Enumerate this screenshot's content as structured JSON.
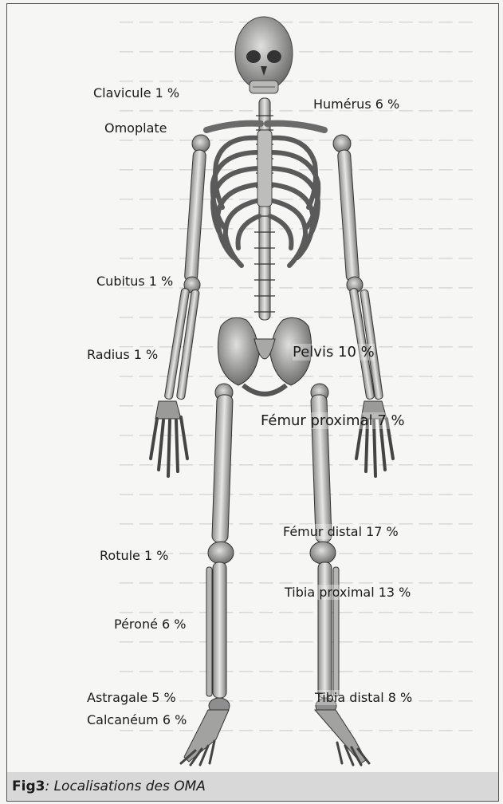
{
  "labels": {
    "clavicule": "Clavicule 1 %",
    "omoplate": "Omoplate",
    "humerus": "Humérus 6 %",
    "cubitus": "Cubitus 1 %",
    "radius": "Radius 1 %",
    "pelvis": "Pelvis 10 %",
    "femur_proximal": "Fémur proximal 7 %",
    "femur_distal": "Fémur distal 17 %",
    "rotule": "Rotule 1 %",
    "tibia_proximal": "Tibia proximal 13 %",
    "perone": "Péroné 6 %",
    "astragale": "Astragale 5 %",
    "tibia_distal": "Tibia distal 8 %",
    "calcaneum": "Calcanéum 6 %"
  },
  "caption": {
    "figure": "Fig3",
    "text": ": Localisations des OMA"
  }
}
